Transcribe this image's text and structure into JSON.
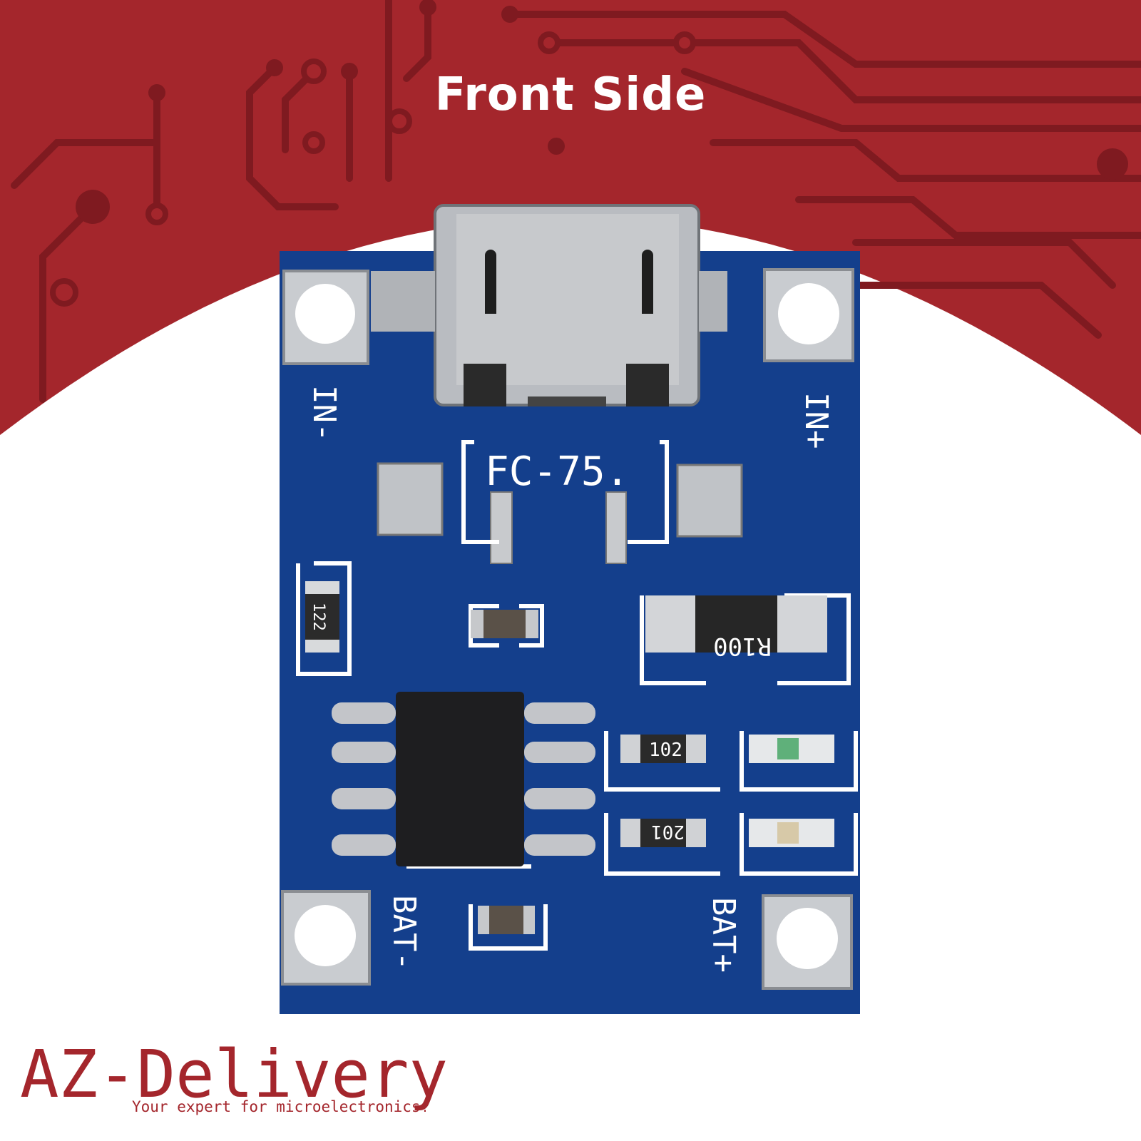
{
  "header": {
    "title": "Front Side"
  },
  "board": {
    "pad_labels": [
      "IN-",
      "IN+",
      "BAT-",
      "BAT+"
    ],
    "usb_marking": "FC-75.",
    "resistors": [
      "122",
      "R100",
      "102",
      "201"
    ]
  },
  "brand": {
    "logo_text": "AZ-Delivery",
    "tagline": "Your expert for microelectronics!"
  },
  "colors": {
    "banner_red": "#a4262c",
    "trace_red": "#8a1c22",
    "pcb_blue": "#143f8c",
    "silkscreen": "#ffffff",
    "metal": "#b9bcc1"
  }
}
